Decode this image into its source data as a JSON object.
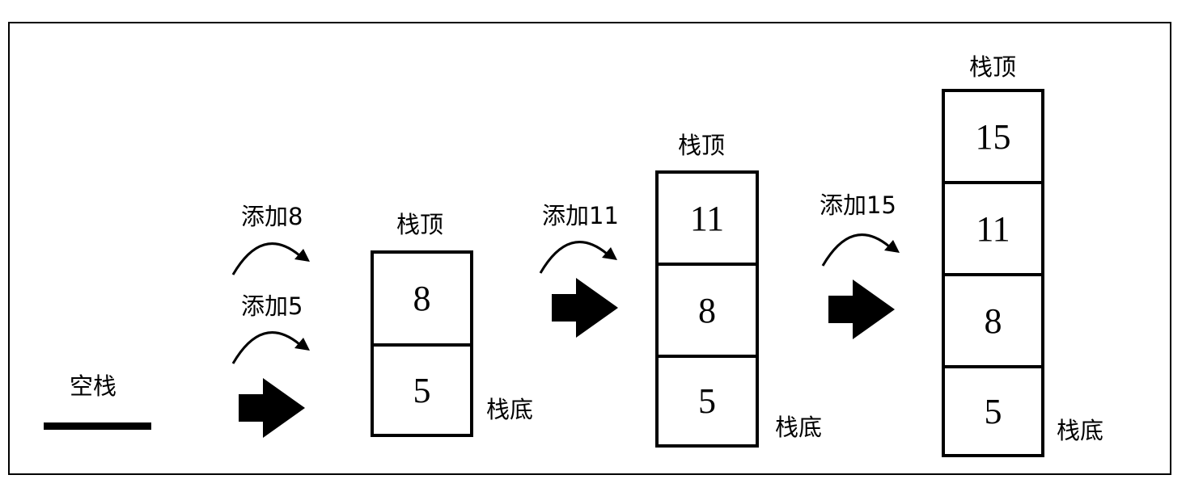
{
  "empty_stack_label": "空栈",
  "stack_top_label": "栈顶",
  "stack_bottom_label": "栈底",
  "operations": {
    "add5": "添加5",
    "add8": "添加8",
    "add11": "添加11",
    "add15": "添加15"
  },
  "stacks": [
    {
      "cells": [
        "8",
        "5"
      ]
    },
    {
      "cells": [
        "11",
        "8",
        "5"
      ]
    },
    {
      "cells": [
        "15",
        "11",
        "8",
        "5"
      ]
    }
  ]
}
